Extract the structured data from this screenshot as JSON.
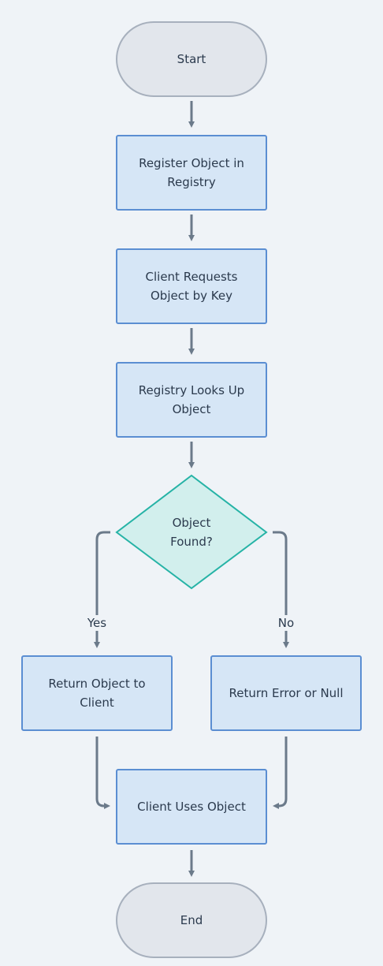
{
  "nodes": {
    "start": "Start",
    "register": "Register Object in Registry",
    "client_request": "Client Requests Object by Key",
    "lookup": "Registry Looks Up Object",
    "decision": "Object Found?",
    "return_object": "Return Object to Client",
    "return_error": "Return Error or Null",
    "client_uses": "Client Uses Object",
    "end": "End"
  },
  "edge_labels": {
    "yes": "Yes",
    "no": "No"
  },
  "colors": {
    "background": "#eff3f7",
    "terminal_fill": "#e2e6ec",
    "terminal_border": "#a7b0bd",
    "process_fill": "#d6e6f6",
    "process_border": "#5b8ed2",
    "decision_fill": "#d2efed",
    "decision_border": "#26b3a6",
    "arrow": "#6b7a8a",
    "text": "#2b3a4d"
  }
}
